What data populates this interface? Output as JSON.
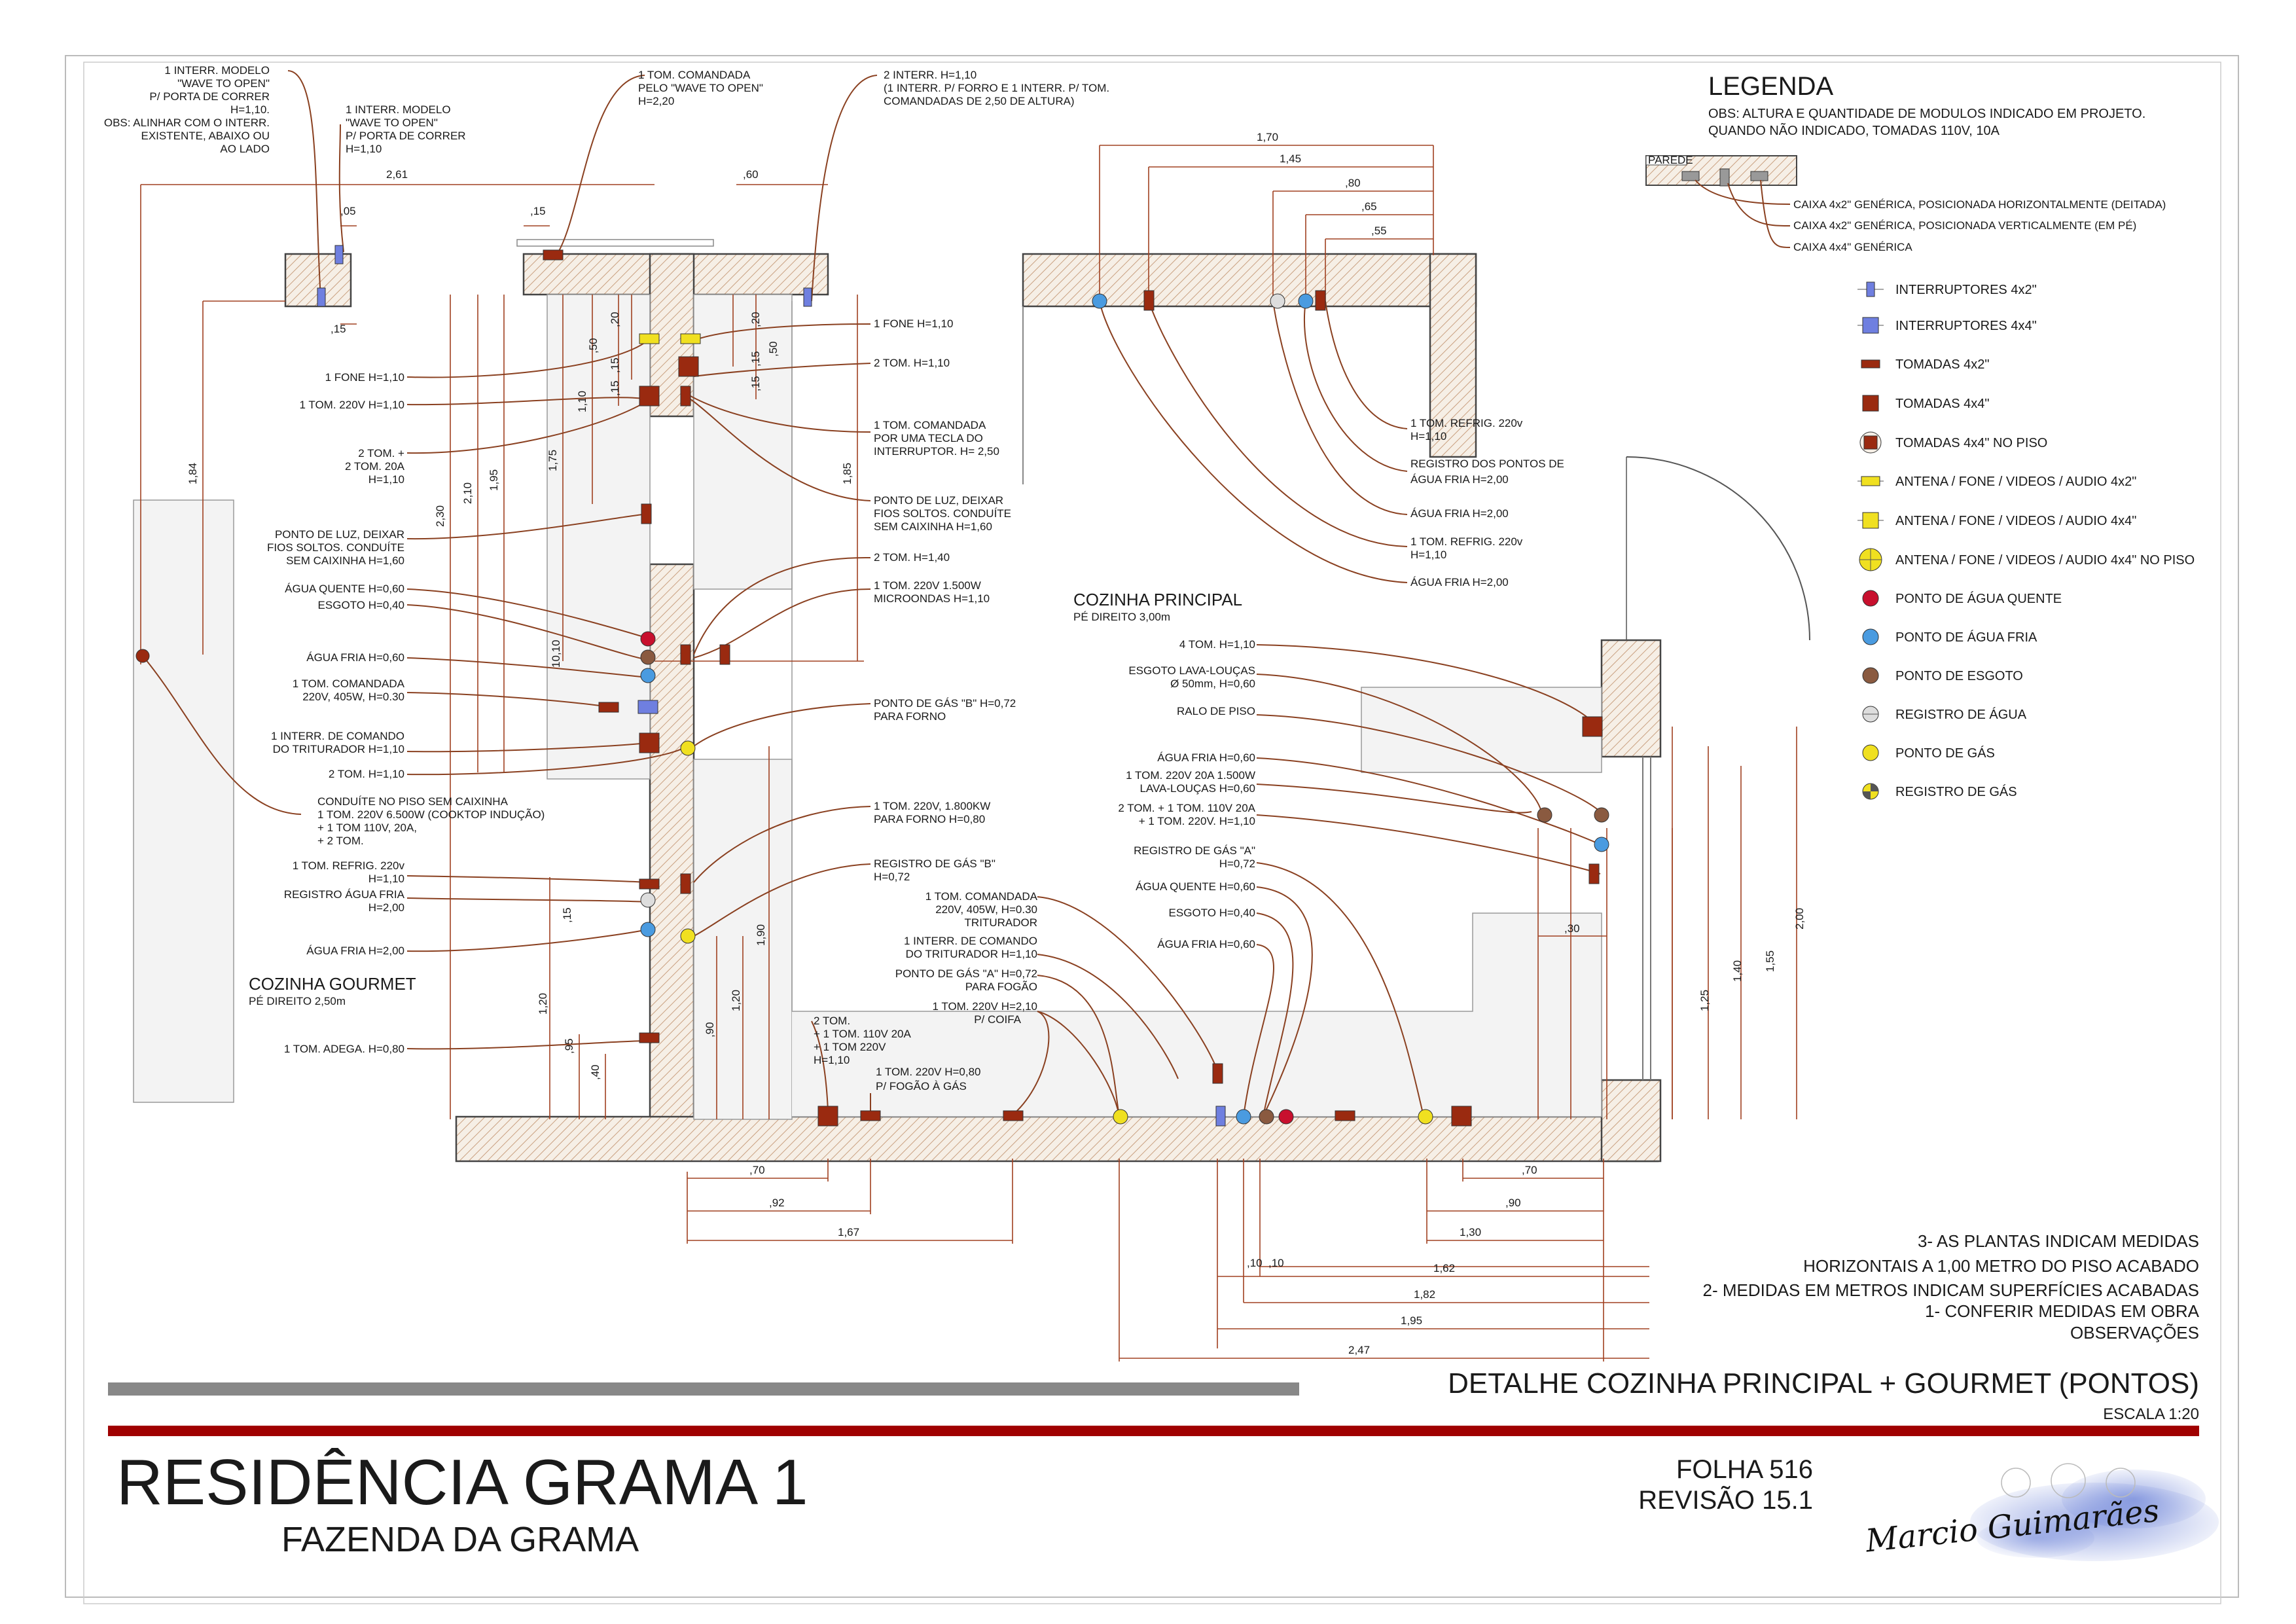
{
  "legend": {
    "title": "LEGENDA",
    "note1": "OBS: ALTURA E QUANTIDADE DE MODULOS INDICADO EM PROJETO.",
    "note2": "QUANDO NÃO INDICADO, TOMADAS 110V, 10A",
    "wall_label": "PAREDE",
    "box_types": [
      "CAIXA 4x2\" GENÉRICA, POSICIONADA HORIZONTALMENTE (DEITADA)",
      "CAIXA 4x2\" GENÉRICA, POSICIONADA VERTICALMENTE (EM PÉ)",
      "CAIXA 4x4\" GENÉRICA"
    ],
    "items": [
      {
        "label": "INTERRUPTORES 4x2\"",
        "symbol": "switch-4x2",
        "color": "#6f7fe0"
      },
      {
        "label": "INTERRUPTORES 4x4\"",
        "symbol": "switch-4x4",
        "color": "#6f7fe0"
      },
      {
        "label": "TOMADAS 4x2\"",
        "symbol": "outlet-4x2",
        "color": "#9a2a10"
      },
      {
        "label": "TOMADAS 4x4\"",
        "symbol": "outlet-4x4",
        "color": "#9a2a10"
      },
      {
        "label": "TOMADAS 4x4\" NO PISO",
        "symbol": "outlet-floor",
        "color": "#9a2a10"
      },
      {
        "label": "ANTENA / FONE / VIDEOS / AUDIO 4x2\"",
        "symbol": "av-4x2",
        "color": "#f0e020"
      },
      {
        "label": "ANTENA / FONE / VIDEOS / AUDIO 4x4\"",
        "symbol": "av-4x4",
        "color": "#f0e020"
      },
      {
        "label": "ANTENA / FONE / VIDEOS / AUDIO 4x4\" NO PISO",
        "symbol": "av-floor",
        "color": "#f0e020"
      },
      {
        "label": "PONTO DE ÁGUA QUENTE",
        "symbol": "hot-water",
        "color": "#c8102e"
      },
      {
        "label": "PONTO DE ÁGUA FRIA",
        "symbol": "cold-water",
        "color": "#4a9be0"
      },
      {
        "label": "PONTO DE ESGOTO",
        "symbol": "sewage",
        "color": "#8a5a40"
      },
      {
        "label": "REGISTRO DE ÁGUA",
        "symbol": "water-valve",
        "color": "#dddddd"
      },
      {
        "label": "PONTO DE GÁS",
        "symbol": "gas",
        "color": "#f0e020"
      },
      {
        "label": "REGISTRO DE GÁS",
        "symbol": "gas-valve",
        "color": "#f0e020"
      }
    ]
  },
  "rooms": {
    "gourmet": {
      "name": "COZINHA GOURMET",
      "ceiling": "PÉ DIREITO 2,50m"
    },
    "principal": {
      "name": "COZINHA PRINCIPAL",
      "ceiling": "PÉ DIREITO 3,00m"
    }
  },
  "labels_left": [
    "1 FONE H=1,10",
    "1 TOM. 220V H=1,10",
    "2 TOM. +",
    "2 TOM. 20A",
    "H=1,10",
    "PONTO DE LUZ, DEIXAR",
    "FIOS SOLTOS. CONDUÍTE",
    "SEM CAIXINHA H=1,60",
    "ÁGUA QUENTE H=0,60",
    "ESGOTO H=0,40",
    "ÁGUA FRIA H=0,60",
    "1 TOM. COMANDADA",
    "220V, 405W, H=0.30",
    "1 INTERR. DE COMANDO",
    "DO TRITURADOR H=1,10",
    "2 TOM. H=1,10",
    "CONDUÍTE NO PISO SEM CAIXINHA",
    "1 TOM. 220V 6.500W (COOKTOP INDUÇÃO)",
    "+ 1 TOM 110V, 20A,",
    "+ 2 TOM.",
    "1 TOM. REFRIG. 220v",
    "H=1,10",
    "REGISTRO ÁGUA FRIA",
    "H=2,00",
    "ÁGUA FRIA H=2,00",
    "1 TOM. ADEGA. H=0,80"
  ],
  "labels_top": [
    "1 INTERR. MODELO",
    "\"WAVE TO OPEN\"",
    "P/ PORTA DE CORRER",
    "H=1,10.",
    "OBS: ALINHAR COM O INTERR.",
    "EXISTENTE, ABAIXO OU",
    "AO LADO",
    "1 INTERR. MODELO",
    "\"WAVE TO OPEN\"",
    "P/ PORTA DE CORRER",
    "H=1,10",
    "1 TOM. COMANDADA",
    "PELO \"WAVE TO OPEN\"",
    "H=2,20",
    "2 INTERR. H=1,10",
    "(1 INTERR. P/ FORRO E 1 INTERR. P/ TOM.",
    "COMANDADAS DE 2,50 DE ALTURA)"
  ],
  "labels_center": [
    "1 FONE H=1,10",
    "2 TOM. H=1,10",
    "1 TOM. COMANDADA",
    "POR UMA TECLA DO",
    "INTERRUPTOR. H= 2,50",
    "PONTO DE LUZ, DEIXAR",
    "FIOS SOLTOS. CONDUÍTE",
    "SEM CAIXINHA H=1,60",
    "2 TOM. H=1,40",
    "1 TOM. 220V 1.500W",
    "MICROONDAS H=1,10",
    "PONTO DE GÁS \"B\" H=0,72",
    "PARA FORNO",
    "1 TOM. 220V, 1.800KW",
    "PARA FORNO H=0,80",
    "REGISTRO DE GÁS \"B\"",
    "H=0,72",
    "1 TOM. COMANDADA",
    "220V, 405W, H=0.30",
    "TRITURADOR",
    "1 INTERR. DE COMANDO",
    "DO TRITURADOR H=1,10",
    "PONTO DE GÁS \"A\" H=0,72",
    "PARA FOGÃO",
    "1 TOM. 220V H=2,10",
    "P/ COIFA",
    "2 TOM.",
    "+ 1 TOM. 110V 20A",
    "+ 1 TOM 220V",
    "H=1,10",
    "1 TOM. 220V H=0,80",
    "P/ FOGÃO À GÁS"
  ],
  "labels_right": [
    "1 TOM. REFRIG. 220v",
    "H=1,10",
    "REGISTRO DOS PONTOS DE",
    "ÁGUA FRIA H=2,00",
    "ÁGUA FRIA H=2,00",
    "1 TOM. REFRIG. 220v",
    "H=1,10",
    "ÁGUA FRIA H=2,00",
    "4 TOM. H=1,10",
    "ESGOTO LAVA-LOUÇAS",
    "Ø 50mm, H=0,60",
    "RALO DE PISO",
    "ÁGUA FRIA H=0,60",
    "1 TOM. 220V 20A 1.500W",
    "LAVA-LOUÇAS H=0,60",
    "2 TOM. + 1 TOM. 110V 20A",
    "+ 1 TOM. 220V. H=1,10",
    "REGISTRO DE GÁS \"A\"",
    "H=0,72",
    "ÁGUA QUENTE H=0,60",
    "ESGOTO H=0,40",
    "ÁGUA FRIA H=0,60"
  ],
  "dims": [
    "2,61",
    ",05",
    ",15",
    ",15",
    ",60",
    "1,84",
    ",20",
    ",20",
    ",50",
    ",15",
    ",15",
    ",50",
    ",15",
    ",15",
    "2,30",
    "2,10",
    "1,95",
    "1,75",
    "1,10",
    "1,85",
    "10,10",
    ",15",
    "1,20",
    ",95",
    ",40",
    ",90",
    "1,20",
    "1,90",
    "1,70",
    "1,45",
    ",80",
    ",65",
    ",55",
    ",30",
    "1,25",
    "1,40",
    "1,55",
    "2,00",
    ",70",
    ",92",
    "1,67",
    ",10",
    ",10",
    "1,62",
    "1,82",
    "1,95",
    "2,47",
    ",70",
    ",90",
    "1,30"
  ],
  "notes": [
    "3- AS PLANTAS INDICAM MEDIDAS",
    "HORIZONTAIS A 1,00 METRO DO PISO ACABADO",
    "2- MEDIDAS EM METROS INDICAM SUPERFÍCIES ACABADAS",
    "1- CONFERIR MEDIDAS EM OBRA",
    "OBSERVAÇÕES"
  ],
  "title_block": {
    "drawing_title": "DETALHE COZINHA PRINCIPAL + GOURMET (PONTOS)",
    "scale": "ESCALA 1:20",
    "project": "RESIDÊNCIA GRAMA 1",
    "site": "FAZENDA DA GRAMA",
    "sheet": "FOLHA 516",
    "revision": "REVISÃO 15.1",
    "signature": "Marcio Guimarães"
  },
  "colors": {
    "accent_bar": "#a00000",
    "gray_bar": "#888888",
    "wall_hatch": "#c9a080",
    "leader": "#8a4020",
    "outlet": "#9a2a10",
    "switch": "#6f7fe0",
    "av": "#f0e020",
    "hot": "#c8102e",
    "cold": "#4a9be0",
    "sewage": "#8a5a40"
  }
}
